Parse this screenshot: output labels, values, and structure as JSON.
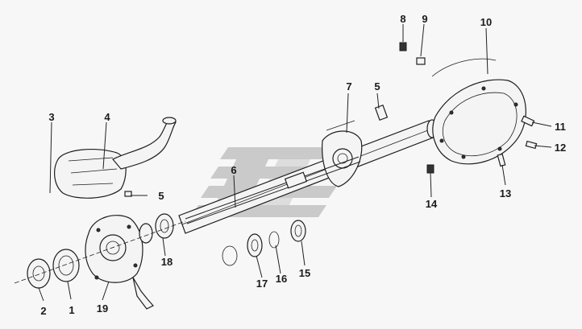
{
  "diagram": {
    "watermark_color": "#c3c3c3",
    "line_color": "#1e1e1e",
    "background": "#f7f7f7",
    "callouts": [
      {
        "id": "c1",
        "text": "1"
      },
      {
        "id": "c2",
        "text": "2"
      },
      {
        "id": "c3",
        "text": "3"
      },
      {
        "id": "c4",
        "text": "4"
      },
      {
        "id": "c5a",
        "text": "5"
      },
      {
        "id": "c5b",
        "text": "5"
      },
      {
        "id": "c6",
        "text": "6"
      },
      {
        "id": "c7",
        "text": "7"
      },
      {
        "id": "c8",
        "text": "8"
      },
      {
        "id": "c9",
        "text": "9"
      },
      {
        "id": "c10",
        "text": "10"
      },
      {
        "id": "c11",
        "text": "11"
      },
      {
        "id": "c12",
        "text": "12"
      },
      {
        "id": "c13",
        "text": "13"
      },
      {
        "id": "c14",
        "text": "14"
      },
      {
        "id": "c15",
        "text": "15"
      },
      {
        "id": "c16",
        "text": "16"
      },
      {
        "id": "c17",
        "text": "17"
      },
      {
        "id": "c18",
        "text": "18"
      },
      {
        "id": "c19",
        "text": "19"
      }
    ]
  }
}
